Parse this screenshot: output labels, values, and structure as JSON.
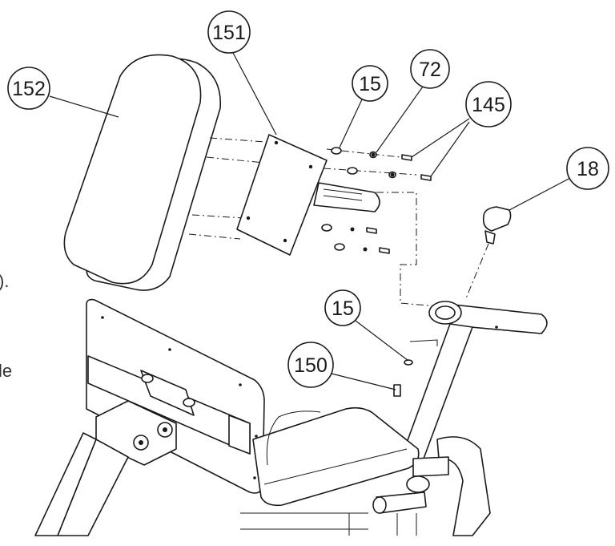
{
  "callouts": {
    "c152": "152",
    "c151": "151",
    "c15a": "15",
    "c72": "72",
    "c145": "145",
    "c18": "18",
    "c15b": "15",
    "c150": "150"
  },
  "side_fragments": {
    "period": ").",
    "le": "le"
  },
  "colors": {
    "line": "#1a1a1a",
    "background": "#ffffff"
  }
}
